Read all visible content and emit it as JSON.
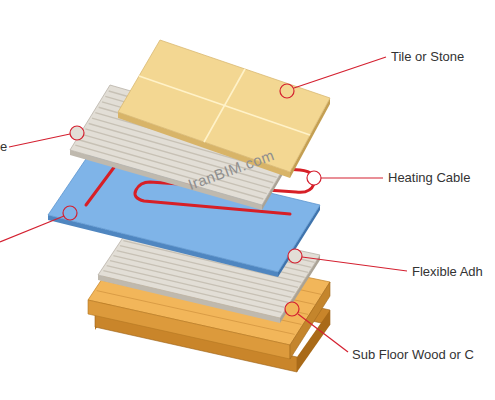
{
  "diagram": {
    "labels": [
      "Tile or Stone",
      "e",
      "Heating Cable",
      "Flexible Adh",
      "Sub Floor Wood or C",
      "IranBIM.com"
    ]
  }
}
